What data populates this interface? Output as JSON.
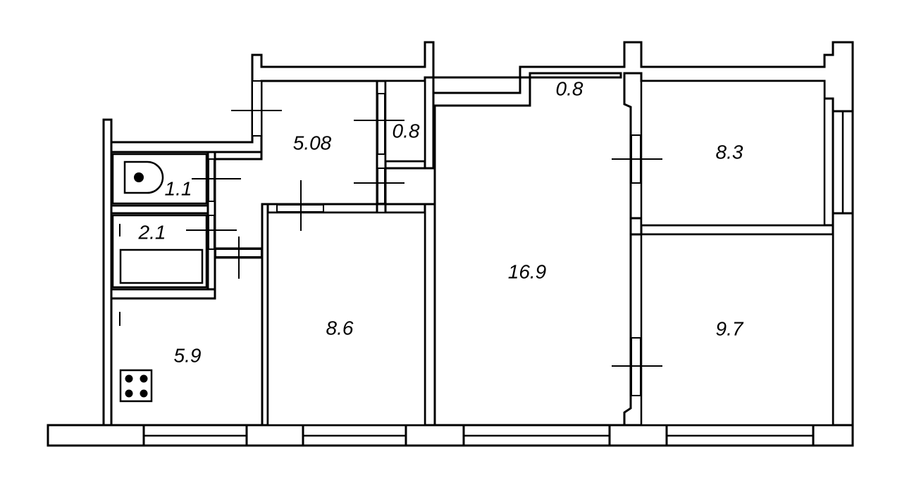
{
  "rooms": {
    "hall": {
      "area": "5.08"
    },
    "closet": {
      "area": "0.8"
    },
    "corridor": {
      "area": "0.8"
    },
    "toilet": {
      "area": "1.1"
    },
    "bathroom": {
      "area": "2.1"
    },
    "kitchen": {
      "area": "5.9"
    },
    "bedroom_middle": {
      "area": "8.6"
    },
    "living_room": {
      "area": "16.9"
    },
    "bedroom_top_right": {
      "area": "8.3"
    },
    "bedroom_bottom_right": {
      "area": "9.7"
    }
  },
  "icons": {
    "toilet": "toilet-icon",
    "bathtub": "bathtub-icon",
    "stove": "stove-icon"
  }
}
